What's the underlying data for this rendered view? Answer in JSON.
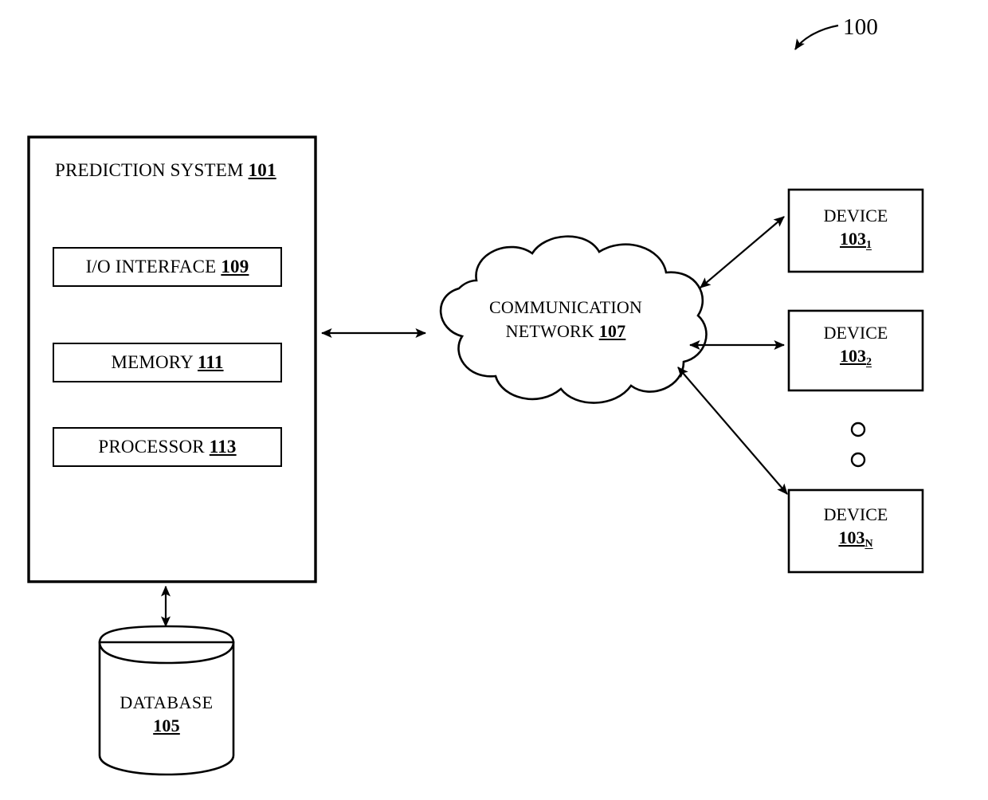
{
  "figure": {
    "number": "100",
    "callout_icon": "curved-arrow-icon"
  },
  "prediction_system": {
    "title_text": "PREDICTION SYSTEM",
    "title_ref": "101",
    "components": [
      {
        "name": "I/O INTERFACE",
        "ref": "109"
      },
      {
        "name": "MEMORY",
        "ref": "111"
      },
      {
        "name": "PROCESSOR",
        "ref": "113"
      }
    ]
  },
  "database": {
    "name": "DATABASE",
    "ref": "105",
    "shape_icon": "cylinder-database-icon"
  },
  "network": {
    "line1": "COMMUNICATION",
    "line2": "NETWORK",
    "ref": "107",
    "shape_icon": "cloud-icon"
  },
  "devices": [
    {
      "name": "DEVICE",
      "ref": "103",
      "subscript": "1"
    },
    {
      "name": "DEVICE",
      "ref": "103",
      "subscript": "2"
    },
    {
      "name": "DEVICE",
      "ref": "103",
      "subscript": "N"
    }
  ],
  "device_ellipsis": {
    "icon": "vertical-ellipsis-circles-icon",
    "count": 2
  },
  "connections": [
    {
      "id": "system-to-network",
      "from": "prediction-system",
      "to": "communication-network",
      "style": "double-arrow-horizontal"
    },
    {
      "id": "system-to-database",
      "from": "prediction-system",
      "to": "database",
      "style": "double-arrow-vertical"
    },
    {
      "id": "network-to-device-1",
      "from": "communication-network",
      "to": "device-1",
      "style": "double-arrow-diagonal-up"
    },
    {
      "id": "network-to-device-2",
      "from": "communication-network",
      "to": "device-2",
      "style": "double-arrow-horizontal"
    },
    {
      "id": "network-to-device-n",
      "from": "communication-network",
      "to": "device-n",
      "style": "double-arrow-diagonal-down"
    }
  ],
  "colors": {
    "stroke": "#000000",
    "fill": "#ffffff",
    "background": "#ffffff"
  }
}
